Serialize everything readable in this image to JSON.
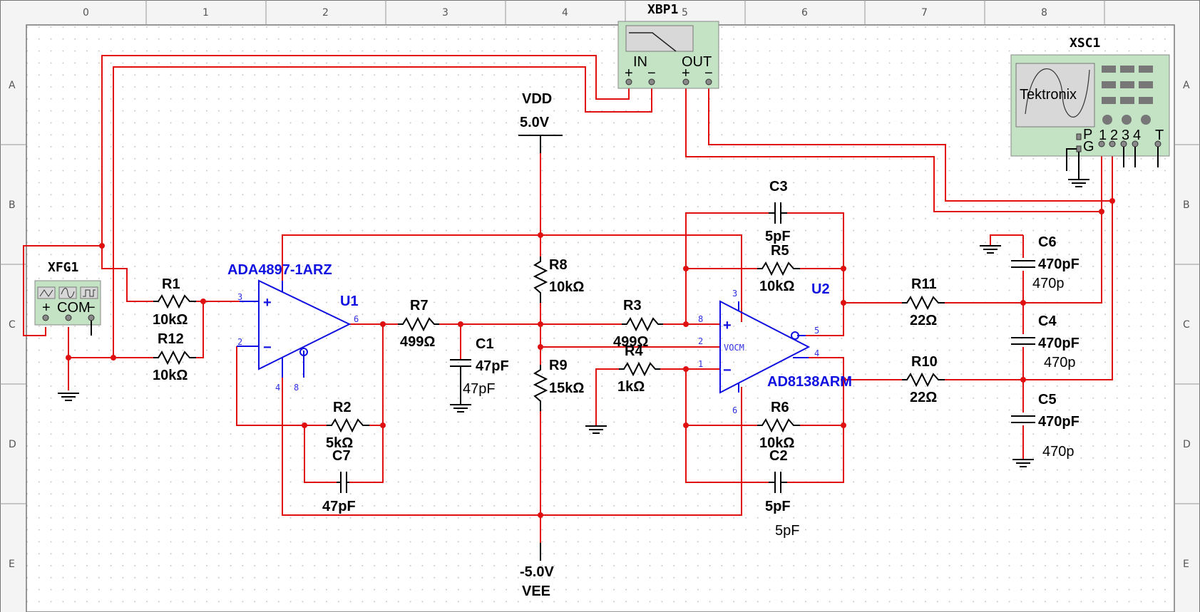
{
  "colors": {
    "wire": "#e01010",
    "opamp": "#1010e0",
    "instrument_fill": "#c4e3c4",
    "grid_dot": "#b8b8b8"
  },
  "ruler": {
    "columns": [
      "0",
      "1",
      "2",
      "3",
      "4",
      "5",
      "6",
      "7",
      "8"
    ],
    "rows": [
      "A",
      "B",
      "C",
      "D",
      "E"
    ]
  },
  "instruments": {
    "bode": {
      "name": "XBP1",
      "in": "IN",
      "out": "OUT",
      "plus": "+",
      "minus": "−"
    },
    "scope": {
      "name": "XSC1",
      "brand": "Tektronix",
      "p": "P",
      "g": "G",
      "ch1": "1",
      "ch2": "2",
      "ch3": "3",
      "ch4": "4",
      "t": "T"
    },
    "fgen": {
      "name": "XFG1",
      "plus": "+",
      "com": "COM",
      "minus": "−"
    }
  },
  "supplies": {
    "vdd": {
      "name": "VDD",
      "value": "5.0V"
    },
    "vee": {
      "name": "VEE",
      "value": "-5.0V"
    }
  },
  "opamps": {
    "u1": {
      "ref": "U1",
      "part": "ADA4897-1ARZ",
      "pin3": "3",
      "pin2": "2",
      "pin6": "6",
      "pin4": "4",
      "pin8": "8",
      "plus": "+",
      "minus": "−"
    },
    "u2": {
      "ref": "U2",
      "part": "AD8138ARM",
      "pin8": "8",
      "pin2": "2",
      "pin1": "1",
      "pin3": "3",
      "pin5": "5",
      "pin4": "4",
      "pin6": "6",
      "vocm": "VOCM",
      "plus": "+",
      "minus": "−"
    }
  },
  "resistors": {
    "r1": {
      "name": "R1",
      "value": "10kΩ"
    },
    "r12": {
      "name": "R12",
      "value": "10kΩ"
    },
    "r2": {
      "name": "R2",
      "value": "5kΩ"
    },
    "r7": {
      "name": "R7",
      "value": "499Ω"
    },
    "r8": {
      "name": "R8",
      "value": "10kΩ"
    },
    "r9": {
      "name": "R9",
      "value": "15kΩ"
    },
    "r3": {
      "name": "R3",
      "value": "499Ω"
    },
    "r4": {
      "name": "R4",
      "value": "1kΩ"
    },
    "r5": {
      "name": "R5",
      "value": "10kΩ"
    },
    "r6": {
      "name": "R6",
      "value": "10kΩ"
    },
    "r11": {
      "name": "R11",
      "value": "22Ω"
    },
    "r10": {
      "name": "R10",
      "value": "22Ω"
    }
  },
  "capacitors": {
    "c1": {
      "name": "C1",
      "value": "47pF",
      "note": "47pF"
    },
    "c7": {
      "name": "C7",
      "value": "47pF"
    },
    "c3": {
      "name": "C3",
      "value": "5pF"
    },
    "c2": {
      "name": "C2",
      "value": "5pF",
      "note": "5pF"
    },
    "c6": {
      "name": "C6",
      "value": "470pF",
      "note": "470p"
    },
    "c4": {
      "name": "C4",
      "value": "470pF",
      "note": "470p"
    },
    "c5": {
      "name": "C5",
      "value": "470pF",
      "note": "470p"
    }
  }
}
